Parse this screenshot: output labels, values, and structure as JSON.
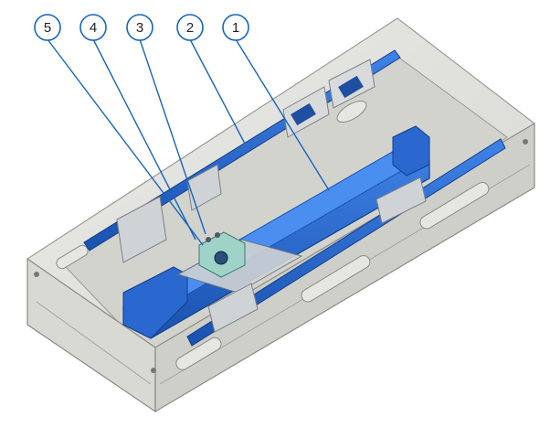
{
  "callouts": [
    {
      "id": "1",
      "label": "1"
    },
    {
      "id": "2",
      "label": "2"
    },
    {
      "id": "3",
      "label": "3"
    },
    {
      "id": "4",
      "label": "4"
    },
    {
      "id": "5",
      "label": "5"
    }
  ],
  "colors": {
    "rail_blue": "#2f6fd6",
    "rail_blue_dark": "#1a4fa8",
    "housing_glass": "#dcdcd6",
    "housing_edge": "#8a8a86",
    "plate_grey": "#cfd3d6",
    "carriage_green": "#9fd3c7",
    "leader_blue": "#1565c0"
  }
}
